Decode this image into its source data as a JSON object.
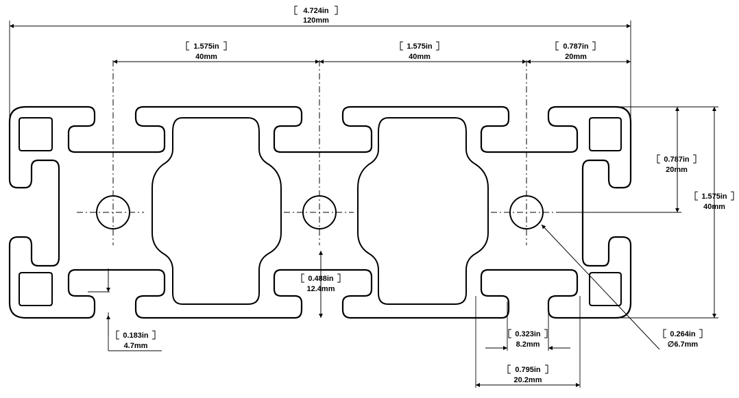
{
  "dimensions": {
    "overall_width": {
      "in": "4.724in",
      "mm": "120mm"
    },
    "pitch_left": {
      "in": "1.575in",
      "mm": "40mm"
    },
    "pitch_right": {
      "in": "1.575in",
      "mm": "40mm"
    },
    "end_to_center": {
      "in": "0.787in",
      "mm": "20mm"
    },
    "half_height": {
      "in": "0.787in",
      "mm": "20mm"
    },
    "overall_height": {
      "in": "1.575in",
      "mm": "40mm"
    },
    "slot_depth": {
      "in": "0.488in",
      "mm": "12.4mm"
    },
    "lip_thickness": {
      "in": "0.183in",
      "mm": "4.7mm"
    },
    "slot_opening": {
      "in": "0.323in",
      "mm": "8.2mm"
    },
    "slot_width": {
      "in": "0.795in",
      "mm": "20.2mm"
    },
    "bore_diameter": {
      "in": "0.264in",
      "mm": "6.7mm",
      "symbol": "∅"
    }
  }
}
